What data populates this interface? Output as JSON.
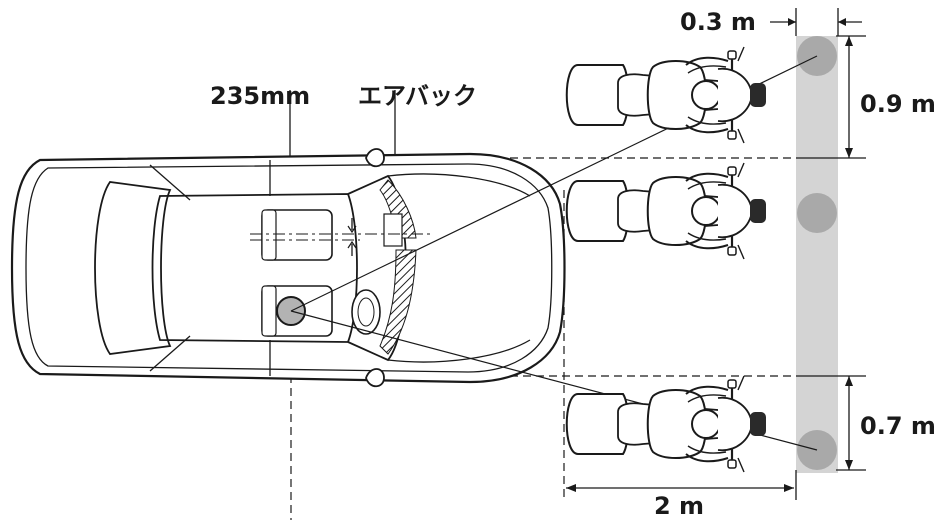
{
  "labels": {
    "mirror_offset": "235mm",
    "airbag": "エアバック",
    "lateral_offset": "0.3 m",
    "spacing_upper": "0.9 m",
    "spacing_lower": "0.7 m",
    "distance": "2 m"
  },
  "colors": {
    "line": "#1a1a1a",
    "grey_band": "#d4d4d4",
    "target_dot": "#a9a9a9",
    "eye_point": "#b3b3b3",
    "helmet_top": "#2a2a2a"
  },
  "figures": [
    {
      "name": "motorcycle-rider-top"
    },
    {
      "name": "motorcycle-rider-middle"
    },
    {
      "name": "motorcycle-rider-bottom"
    }
  ]
}
